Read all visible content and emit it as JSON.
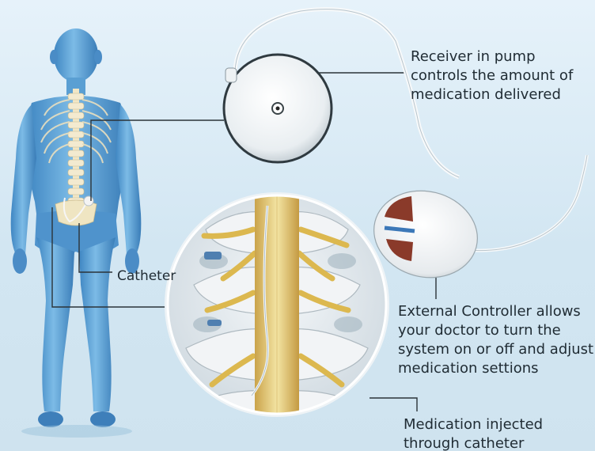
{
  "labels": {
    "receiver": [
      "Receiver in pump",
      "controls the amount of",
      "medication delivered"
    ],
    "controller": [
      "External Controller allows",
      "your doctor to turn the",
      "system on or off and adjust",
      "medication settions"
    ],
    "medication": [
      "Medication injected",
      "through catheter"
    ],
    "catheter": "Catheter"
  },
  "colors": {
    "body": "#5ea3d6",
    "spine": "#e3cf8a",
    "nerve": "#e2c25c",
    "controller_button": "#8a3a2a",
    "controller_stripe": "#3c78b8"
  }
}
